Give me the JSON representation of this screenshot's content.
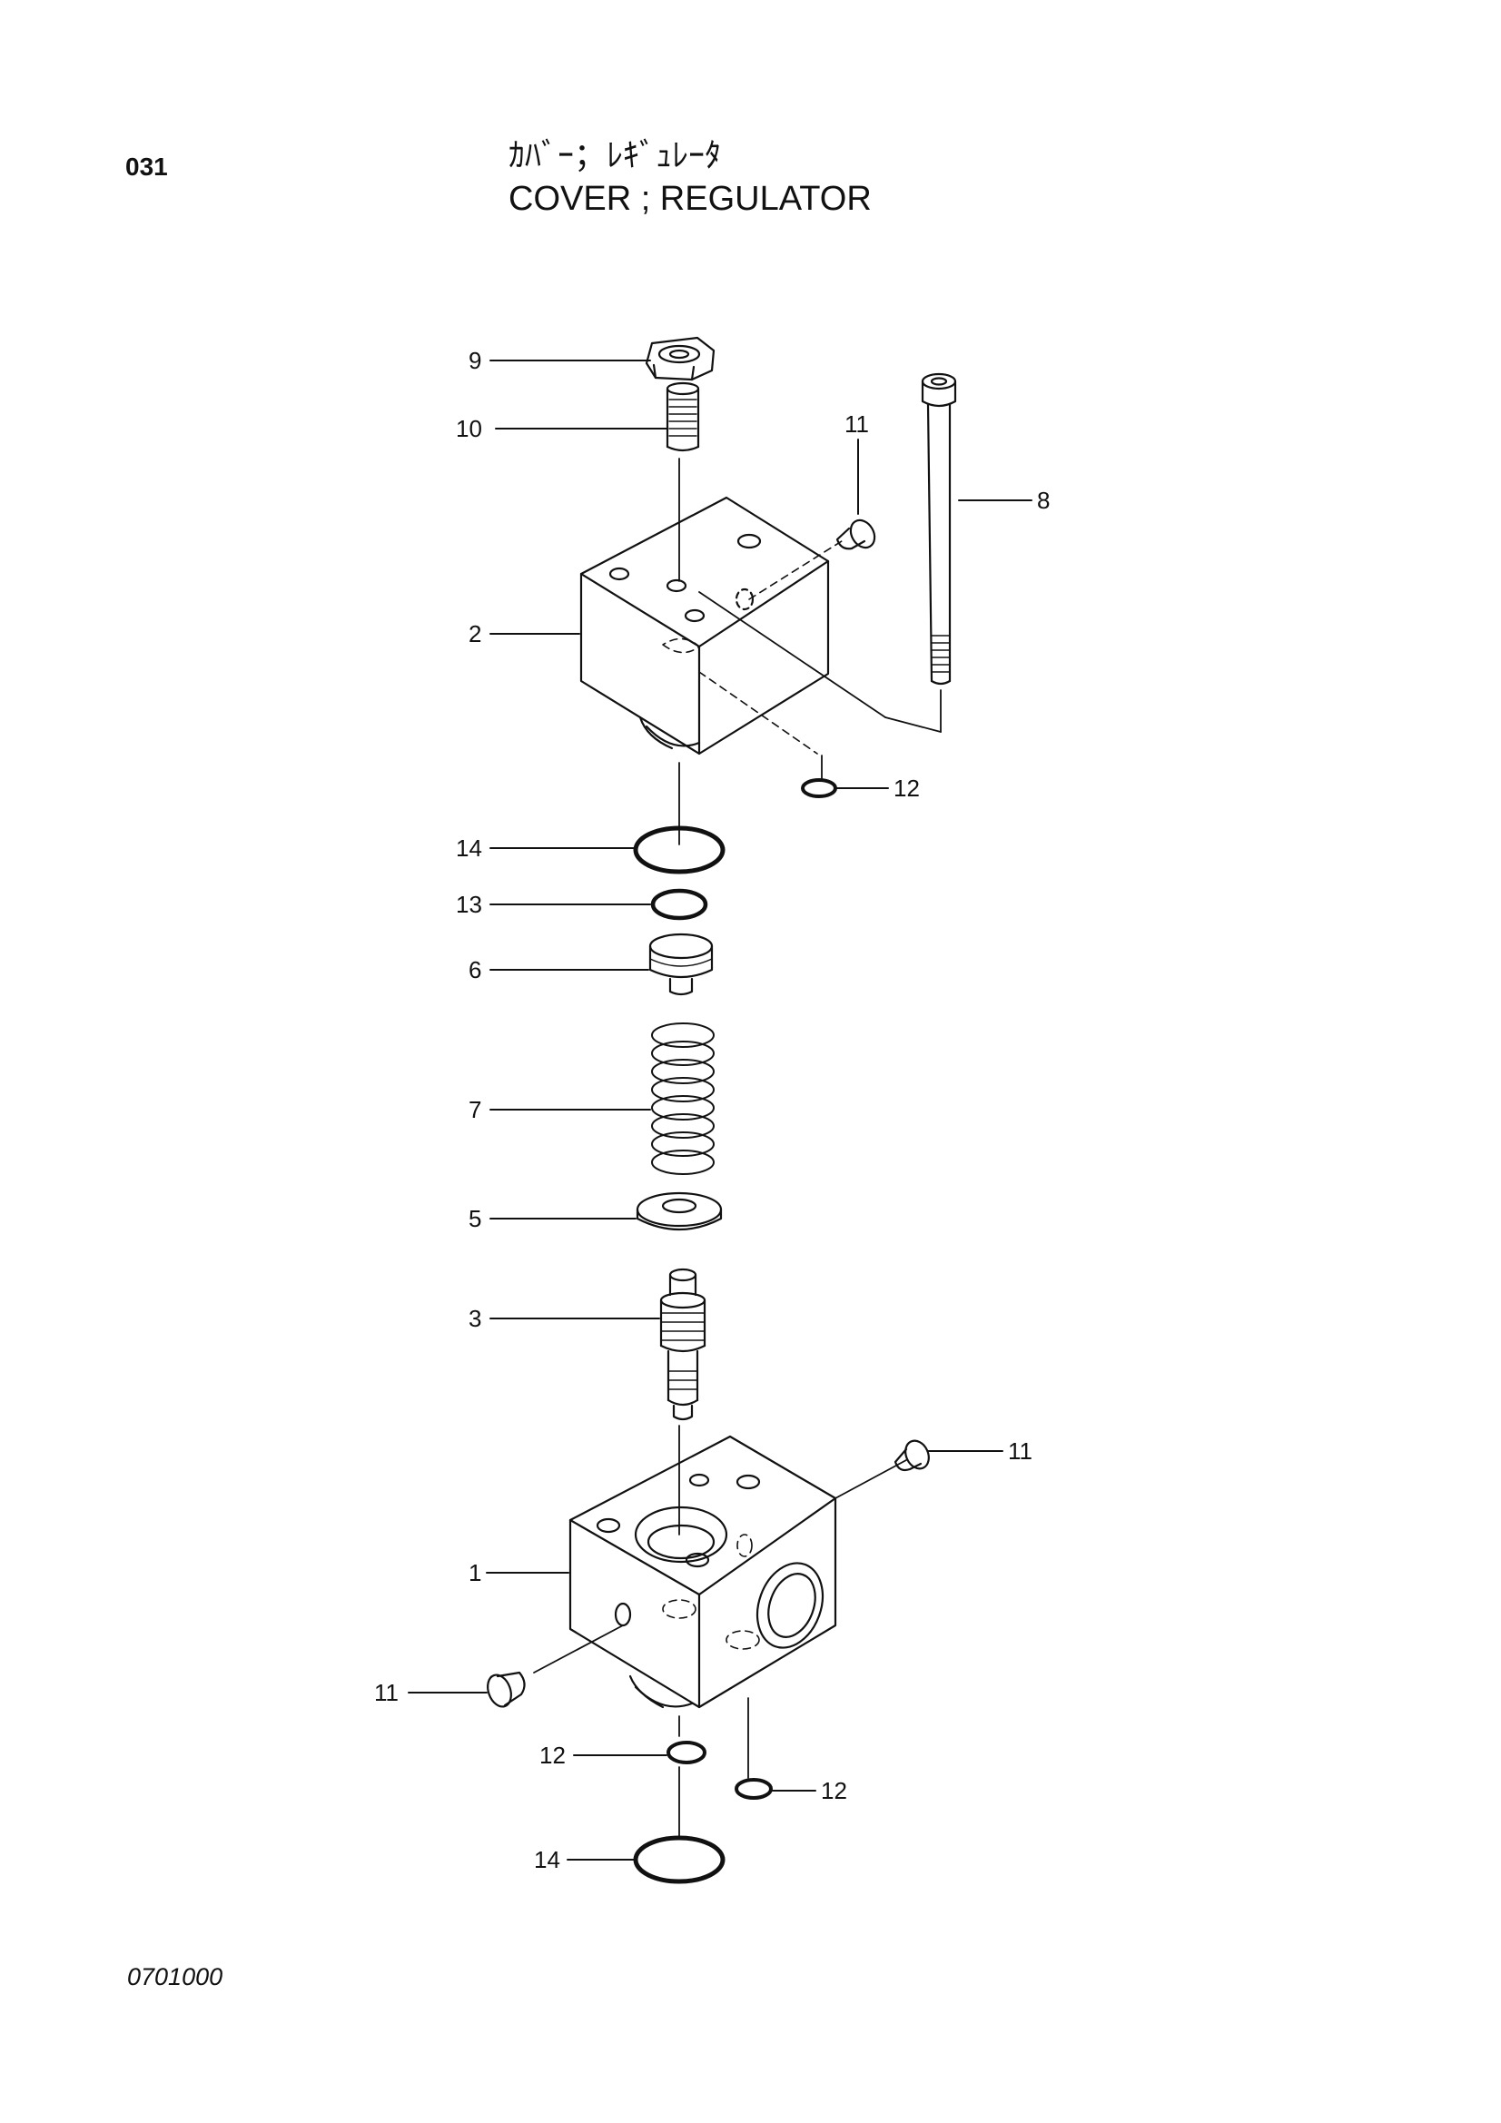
{
  "header": {
    "page_number": "031",
    "title_jp": "ｶﾊﾞｰ；ﾚｷﾞｭﾚｰﾀ",
    "title_en": "COVER ; REGULATOR"
  },
  "footer": {
    "doc_code": "0701000"
  },
  "callouts": {
    "c9": "9",
    "c10": "10",
    "c11_top": "11",
    "c8": "8",
    "c2": "2",
    "c12_top": "12",
    "c14_top": "14",
    "c13": "13",
    "c6": "6",
    "c7": "7",
    "c5": "5",
    "c3": "3",
    "c11_right": "11",
    "c1": "1",
    "c11_left": "11",
    "c12_mid": "12",
    "c12_right": "12",
    "c14_bottom": "14"
  }
}
